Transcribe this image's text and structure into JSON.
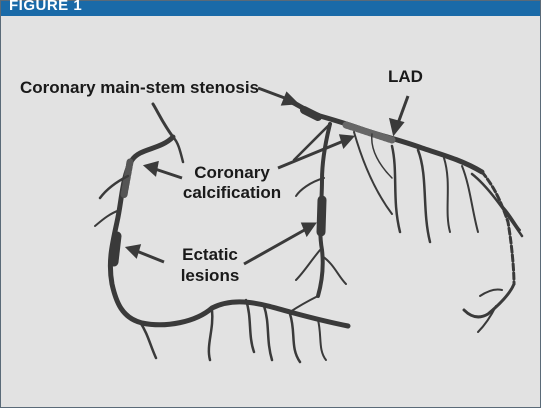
{
  "figure": {
    "title": "FIGURE 1",
    "colors": {
      "header": "#1a6aa8",
      "panel": "#e2e2e2",
      "vessel": "#3a3a3a"
    }
  },
  "labels": {
    "main_stem": "Coronary main-stem stenosis",
    "lad": "LAD",
    "calcification_line1": "Coronary",
    "calcification_line2": "calcification",
    "ectatic_line1": "Ectatic",
    "ectatic_line2": "lesions"
  }
}
